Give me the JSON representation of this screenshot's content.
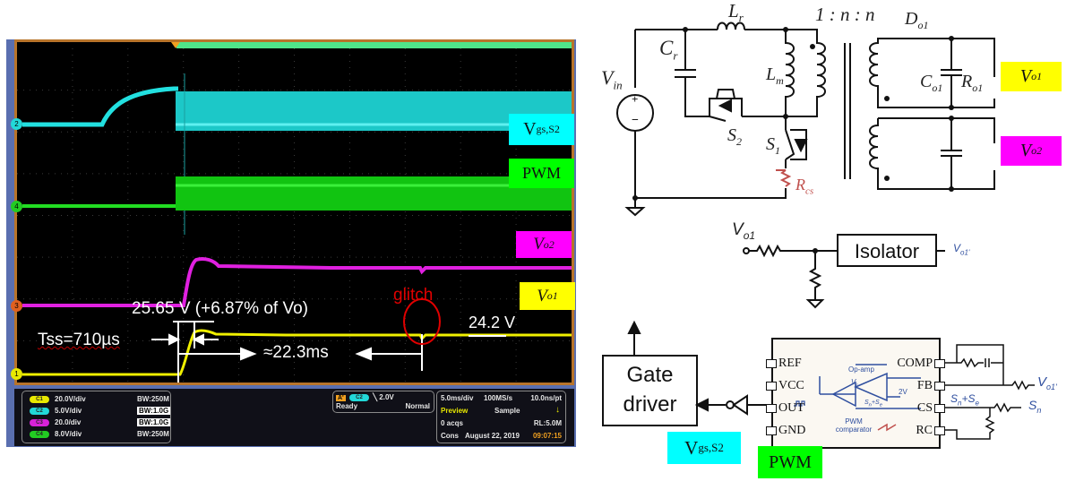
{
  "scope": {
    "channels": [
      {
        "id": "C1",
        "color": "#e8e800",
        "scale": "20.0V/div",
        "bw": "BW:250M",
        "bw_boxed": false
      },
      {
        "id": "C2",
        "color": "#22d8d8",
        "scale": "5.0V/div",
        "bw": "BW:1.0G",
        "bw_boxed": true
      },
      {
        "id": "C3",
        "color": "#d822d8",
        "scale": "20.0/div",
        "bw": "BW:1.0G",
        "bw_boxed": true
      },
      {
        "id": "C4",
        "color": "#22cc22",
        "scale": "8.0V/div",
        "bw": "BW:250M",
        "bw_boxed": false
      }
    ],
    "trigger": {
      "mode_label": "A'",
      "channel": "C2",
      "slope": "╲",
      "level": "2.0V",
      "state": "Ready",
      "type": "Normal"
    },
    "acq": {
      "timebase": "5.0ms/div",
      "rate": "100MS/s",
      "resolution": "10.0ns/pt",
      "mode": "Preview",
      "sample": "Sample",
      "acqs": "0 acqs",
      "record_length": "RL:5.0M",
      "cons": "Cons",
      "date": "August 22, 2019",
      "time": "09:07:15"
    },
    "channel_markers": [
      "2",
      "4",
      "3",
      "1"
    ],
    "trace_labels": {
      "vgs": "V",
      "vgs_sub": "gs,S2",
      "pwm": "PWM",
      "vo2": "V",
      "vo2_sub": "o2",
      "vo1": "V",
      "vo1_sub": "o1"
    },
    "annotations": {
      "overshoot": "25.65 V (+6.87% of Vo)",
      "glitch": "glitch",
      "steady": "24.2 V",
      "tss": "Tss=710µs",
      "delay": "≈22.3ms"
    }
  },
  "circuit": {
    "labels": {
      "lr": "L",
      "lr_sub": "r",
      "ratio": "1 : n : n",
      "cr": "C",
      "cr_sub": "r",
      "lm": "L",
      "lm_sub": "m",
      "vin": "V",
      "vin_sub": "in",
      "s2": "S",
      "s2_sub": "2",
      "s1": "S",
      "s1_sub": "1",
      "rcs": "R",
      "rcs_sub": "cs",
      "do1": "D",
      "do1_sub": "o1",
      "co1": "C",
      "co1_sub": "o1",
      "ro1": "R",
      "ro1_sub": "o1"
    },
    "output_tags": {
      "vo1": "V",
      "vo1_sub": "o1",
      "vo2": "V",
      "vo2_sub": "o2"
    },
    "feedback": {
      "input": "V",
      "input_sub": "o1",
      "isolator": "Isolator",
      "output": "V",
      "output_sub": "o1'"
    },
    "controller": {
      "pins_left": [
        "REF",
        "VCC",
        "OUT",
        "GND"
      ],
      "pins_right": [
        "COMP",
        "FB",
        "CS",
        "RC"
      ],
      "opamp": "Op-amp",
      "ref": "2V",
      "vc": "V",
      "vc_sub": "c",
      "sum": "S",
      "sum_sub1": "n",
      "sum_plus": "+S",
      "sum_sub2": "e",
      "comparator1": "PWM",
      "comparator2": "comparator",
      "ext_vo1": "V",
      "ext_vo1_sub": "o1'",
      "ext_sum": "S",
      "ext_sum_sub1": "n",
      "ext_sum_plus": "+S",
      "ext_sum_sub2": "e",
      "ext_sn": "S",
      "ext_sn_sub": "n"
    },
    "gate_driver": {
      "line1": "Gate",
      "line2": "driver"
    },
    "bottom_tags": {
      "vgs": "V",
      "vgs_sub": "gs,S2",
      "pwm": "PWM"
    }
  },
  "colors": {
    "vgs_tag": "#00ffff",
    "pwm_tag": "#00ff00",
    "vo1_tag": "#ffff00",
    "vo2_tag": "#ff00ff",
    "rcs": "#c0504d",
    "ic_blue": "#2f4f9f"
  }
}
